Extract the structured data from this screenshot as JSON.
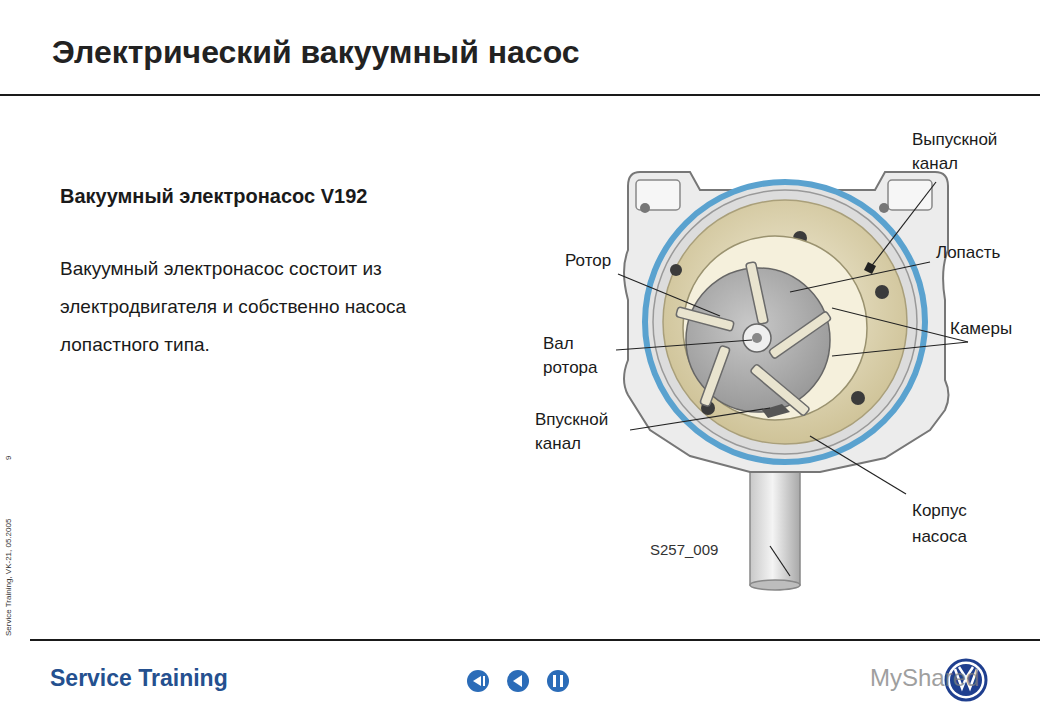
{
  "diagram": {
    "title": "Электрический вакуумный насос",
    "labels": [
      "Вакуумный электронасос V192",
      "Вакуумный электронасос состоит из электродвигателя и собственно насоса лопастного типа.",
      "Выпускной канал",
      "Лопасть",
      "Ротор",
      "Камеры",
      "Вал ротора",
      "Впускной канал",
      "Корпус насоса",
      "S257_009",
      "9",
      "Service Training, VK-21, 05.2005",
      "Service Training",
      "MyShared"
    ]
  }
}
